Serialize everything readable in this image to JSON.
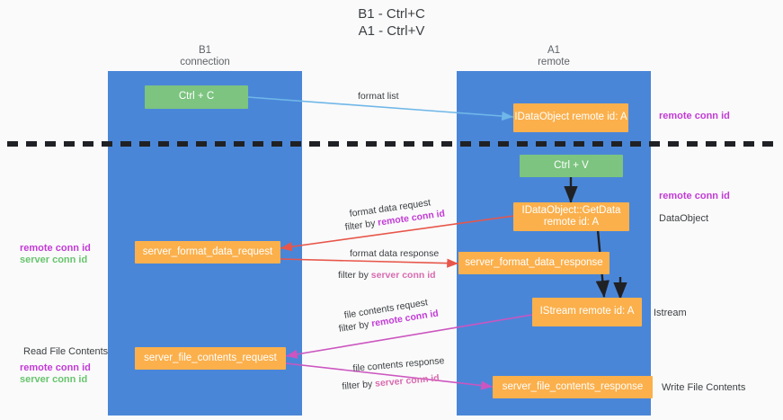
{
  "title": "B1 - Ctrl+C\nA1 - Ctrl+V",
  "columns": [
    {
      "name": "b1",
      "label": "B1\nconnection"
    },
    {
      "name": "a1",
      "label": "A1\nremote"
    }
  ],
  "boxes": [
    {
      "name": "ctrl-c-box",
      "text": "Ctrl + C",
      "color": "green"
    },
    {
      "name": "idataobject-box",
      "text": "IDataObject\nremote id: A",
      "color": "orange"
    },
    {
      "name": "ctrl-v-box",
      "text": "Ctrl + V",
      "color": "green"
    },
    {
      "name": "idataobject-getdata-box",
      "text": "IDataObject::GetData\nremote id: A",
      "color": "orange"
    },
    {
      "name": "server-format-data-request-box",
      "text": "server_format_data_request",
      "color": "orange"
    },
    {
      "name": "server-format-data-response-box",
      "text": "server_format_data_response",
      "color": "orange"
    },
    {
      "name": "istream-box",
      "text": "IStream\nremote id: A",
      "color": "orange"
    },
    {
      "name": "server-file-contents-request-box",
      "text": "server_file_contents_request",
      "color": "orange"
    },
    {
      "name": "server-file-contents-response-box",
      "text": "server_file_contents_response",
      "color": "orange"
    }
  ],
  "arrow_labels": {
    "format_list": "format list",
    "format_data_request": "format data request",
    "format_data_request_filter_prefix": "filter by ",
    "format_data_request_filter_key": "remote conn id",
    "format_data_response": "format data response",
    "format_data_response_filter_prefix": "filter by ",
    "format_data_response_filter_key": "server conn id",
    "file_contents_request": "file contents request",
    "file_contents_request_filter_prefix": "filter by ",
    "file_contents_request_filter_key": "remote conn id",
    "file_contents_response": "file contents response",
    "file_contents_response_filter_prefix": "filter by ",
    "file_contents_response_filter_key": "server conn id"
  },
  "right_notes": {
    "remote_conn_id_top": "remote conn id",
    "remote_conn_id_mid": "remote conn id",
    "dataobject": "DataObject",
    "istream": "Istream",
    "write_file_contents": "Write File Contents"
  },
  "left_notes": {
    "remote_conn_id": "remote conn id",
    "server_conn_id": "server conn id",
    "read_file_contents": "Read File Contents",
    "remote_conn_id_2": "remote conn id",
    "server_conn_id_2": "server conn id"
  },
  "colors": {
    "lane": "#4a86d8",
    "green_box": "#7cc47f",
    "orange_box": "#fbb04c",
    "purple_key": "#c23bd6",
    "green_key": "#68c46e",
    "format_list_arrow": "#6fb7e8",
    "format_data_arrow": "#e8564a",
    "file_contents_arrow": "#cc55c0",
    "black_arrow": "#202124",
    "divider": "#202124",
    "background": "#fafafa"
  }
}
